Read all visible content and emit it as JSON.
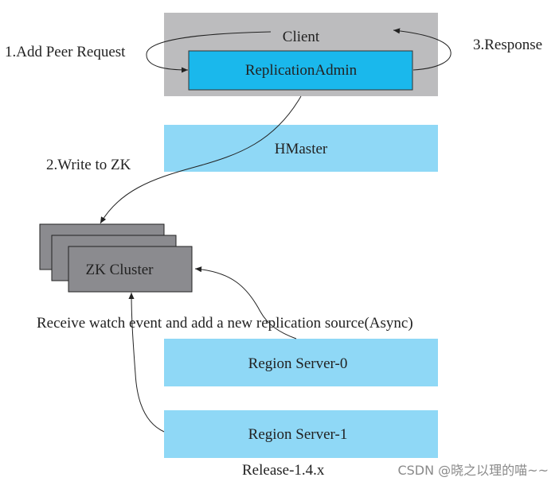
{
  "labels": {
    "client": "Client",
    "replication_admin": "ReplicationAdmin",
    "hmaster": "HMaster",
    "zk_cluster": "ZK Cluster",
    "region_server_0": "Region Server-0",
    "region_server_1": "Region Server-1",
    "step_add_peer": "1.Add Peer Request",
    "step_write_zk": "2.Write to ZK",
    "step_response": "3.Response",
    "watch_event": "Receive watch event and add a new replication source(Async)",
    "release": "Release-1.4.x",
    "watermark": "CSDN @晓之以理的喵~~"
  },
  "colors": {
    "client_box": "#bcbcbe",
    "replication_admin": "#1ab8ec",
    "light_blue": "#8fd8f6",
    "zk_box": "#8b8b8f",
    "line": "#222222"
  }
}
